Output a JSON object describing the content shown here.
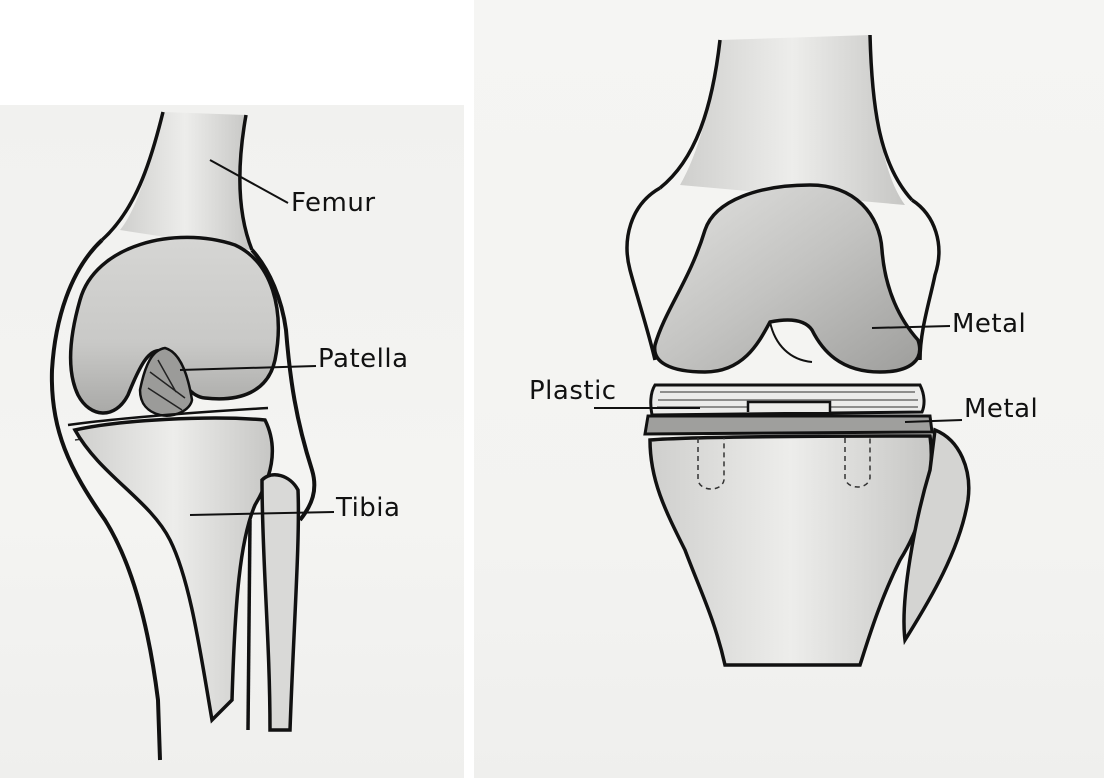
{
  "left_diagram": {
    "labels": {
      "femur": "Femur",
      "patella": "Patella",
      "tibia": "Tibia"
    }
  },
  "right_diagram": {
    "labels": {
      "metal_upper": "Metal",
      "plastic": "Plastic",
      "metal_lower": "Metal"
    }
  },
  "colors": {
    "ink": "#111111",
    "bone_shade": "#bdbdbd",
    "implant_shade": "#a9a9a9",
    "paper": "#f3f3f2"
  }
}
